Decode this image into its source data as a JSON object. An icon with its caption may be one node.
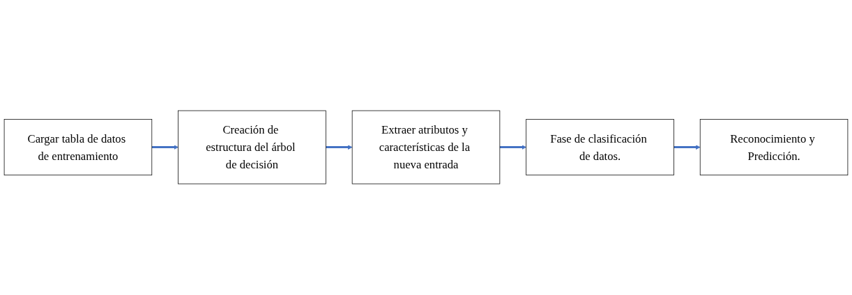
{
  "diagram": {
    "nodes": [
      {
        "text": [
          "Cargar tabla de datos de entrenamiento"
        ]
      },
      {
        "text": [
          "Creación de estructura del árbol de decisión"
        ]
      },
      {
        "text": [
          "Extraer atributos y características de la nueva entrada"
        ]
      },
      {
        "text": [
          "Fase de clasificación de datos."
        ]
      },
      {
        "text": [
          "Reconocimiento y Predicción."
        ]
      }
    ],
    "edges": [
      {
        "from": 0,
        "to": 1,
        "arrow": "to"
      },
      {
        "from": 1,
        "to": 2,
        "arrow": "to"
      },
      {
        "from": 2,
        "to": 3,
        "arrow": "to"
      },
      {
        "from": 3,
        "to": 4,
        "arrow": "to"
      }
    ]
  }
}
